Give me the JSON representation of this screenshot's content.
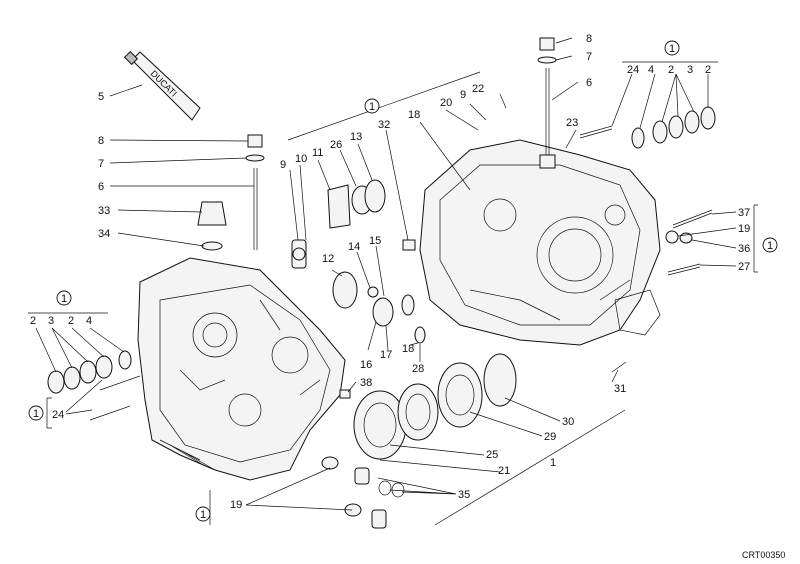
{
  "diagram": {
    "callouts": [
      "1",
      "2",
      "3",
      "4",
      "5",
      "6",
      "7",
      "8",
      "9",
      "10",
      "11",
      "12",
      "13",
      "14",
      "15",
      "16",
      "17",
      "18",
      "19",
      "20",
      "21",
      "22",
      "23",
      "24",
      "25",
      "26",
      "27",
      "28",
      "29",
      "30",
      "31",
      "32",
      "33",
      "34",
      "35",
      "36",
      "37",
      "38"
    ],
    "group_marker": "1",
    "tube_label": "DUCATI",
    "figure_code": "CRT00350"
  }
}
